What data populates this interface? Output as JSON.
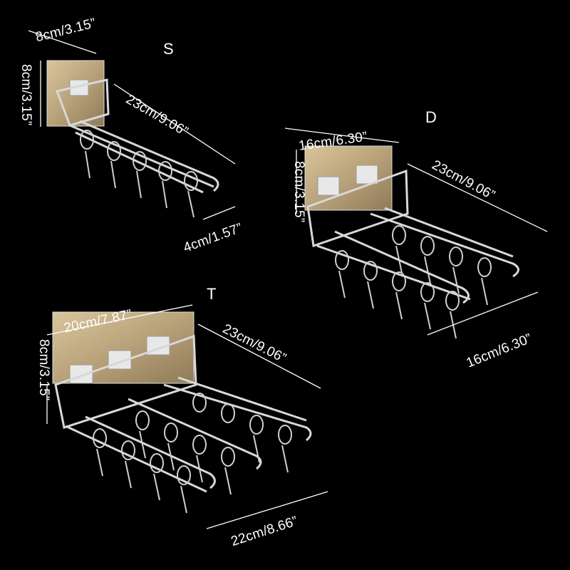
{
  "colors": {
    "background": "#000000",
    "pad": "#b9a27a",
    "metal": "#d8d8d8",
    "dim_line": "#ffffff"
  },
  "variants": {
    "s": {
      "name": "S",
      "width": "8cm/3.15”",
      "height": "8cm/3.15”",
      "length": "23cm/9.06”",
      "spacing": "4cm/1.57”"
    },
    "d": {
      "name": "D",
      "width": "16cm/6.30”",
      "height": "8cm/3.15”",
      "length": "23cm/9.06”",
      "depth": "16cm/6.30”"
    },
    "t": {
      "name": "T",
      "width": "20cm/7.87”",
      "height": "8cm/3.15”",
      "length": "23cm/9.06”",
      "depth": "22cm/8.66”"
    }
  }
}
